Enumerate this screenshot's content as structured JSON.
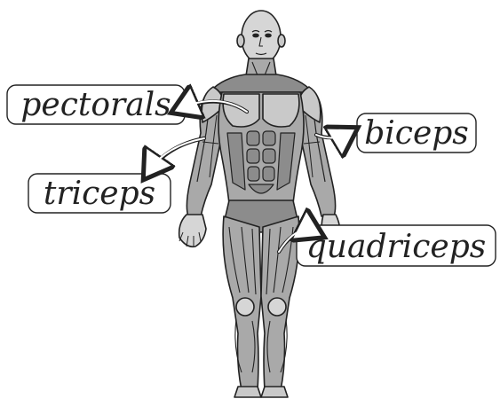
{
  "labels": {
    "pectorals": "pectorals",
    "biceps": "biceps",
    "triceps": "triceps",
    "quadriceps": "quadriceps"
  },
  "colors": {
    "outline": "#222222",
    "muscle_dark": "#8c8c8c",
    "muscle_mid": "#a9a9a9",
    "muscle_light": "#c9c9c9",
    "skin": "#d6d6d6",
    "highlight": "#e6e6e6",
    "background": "#ffffff"
  }
}
